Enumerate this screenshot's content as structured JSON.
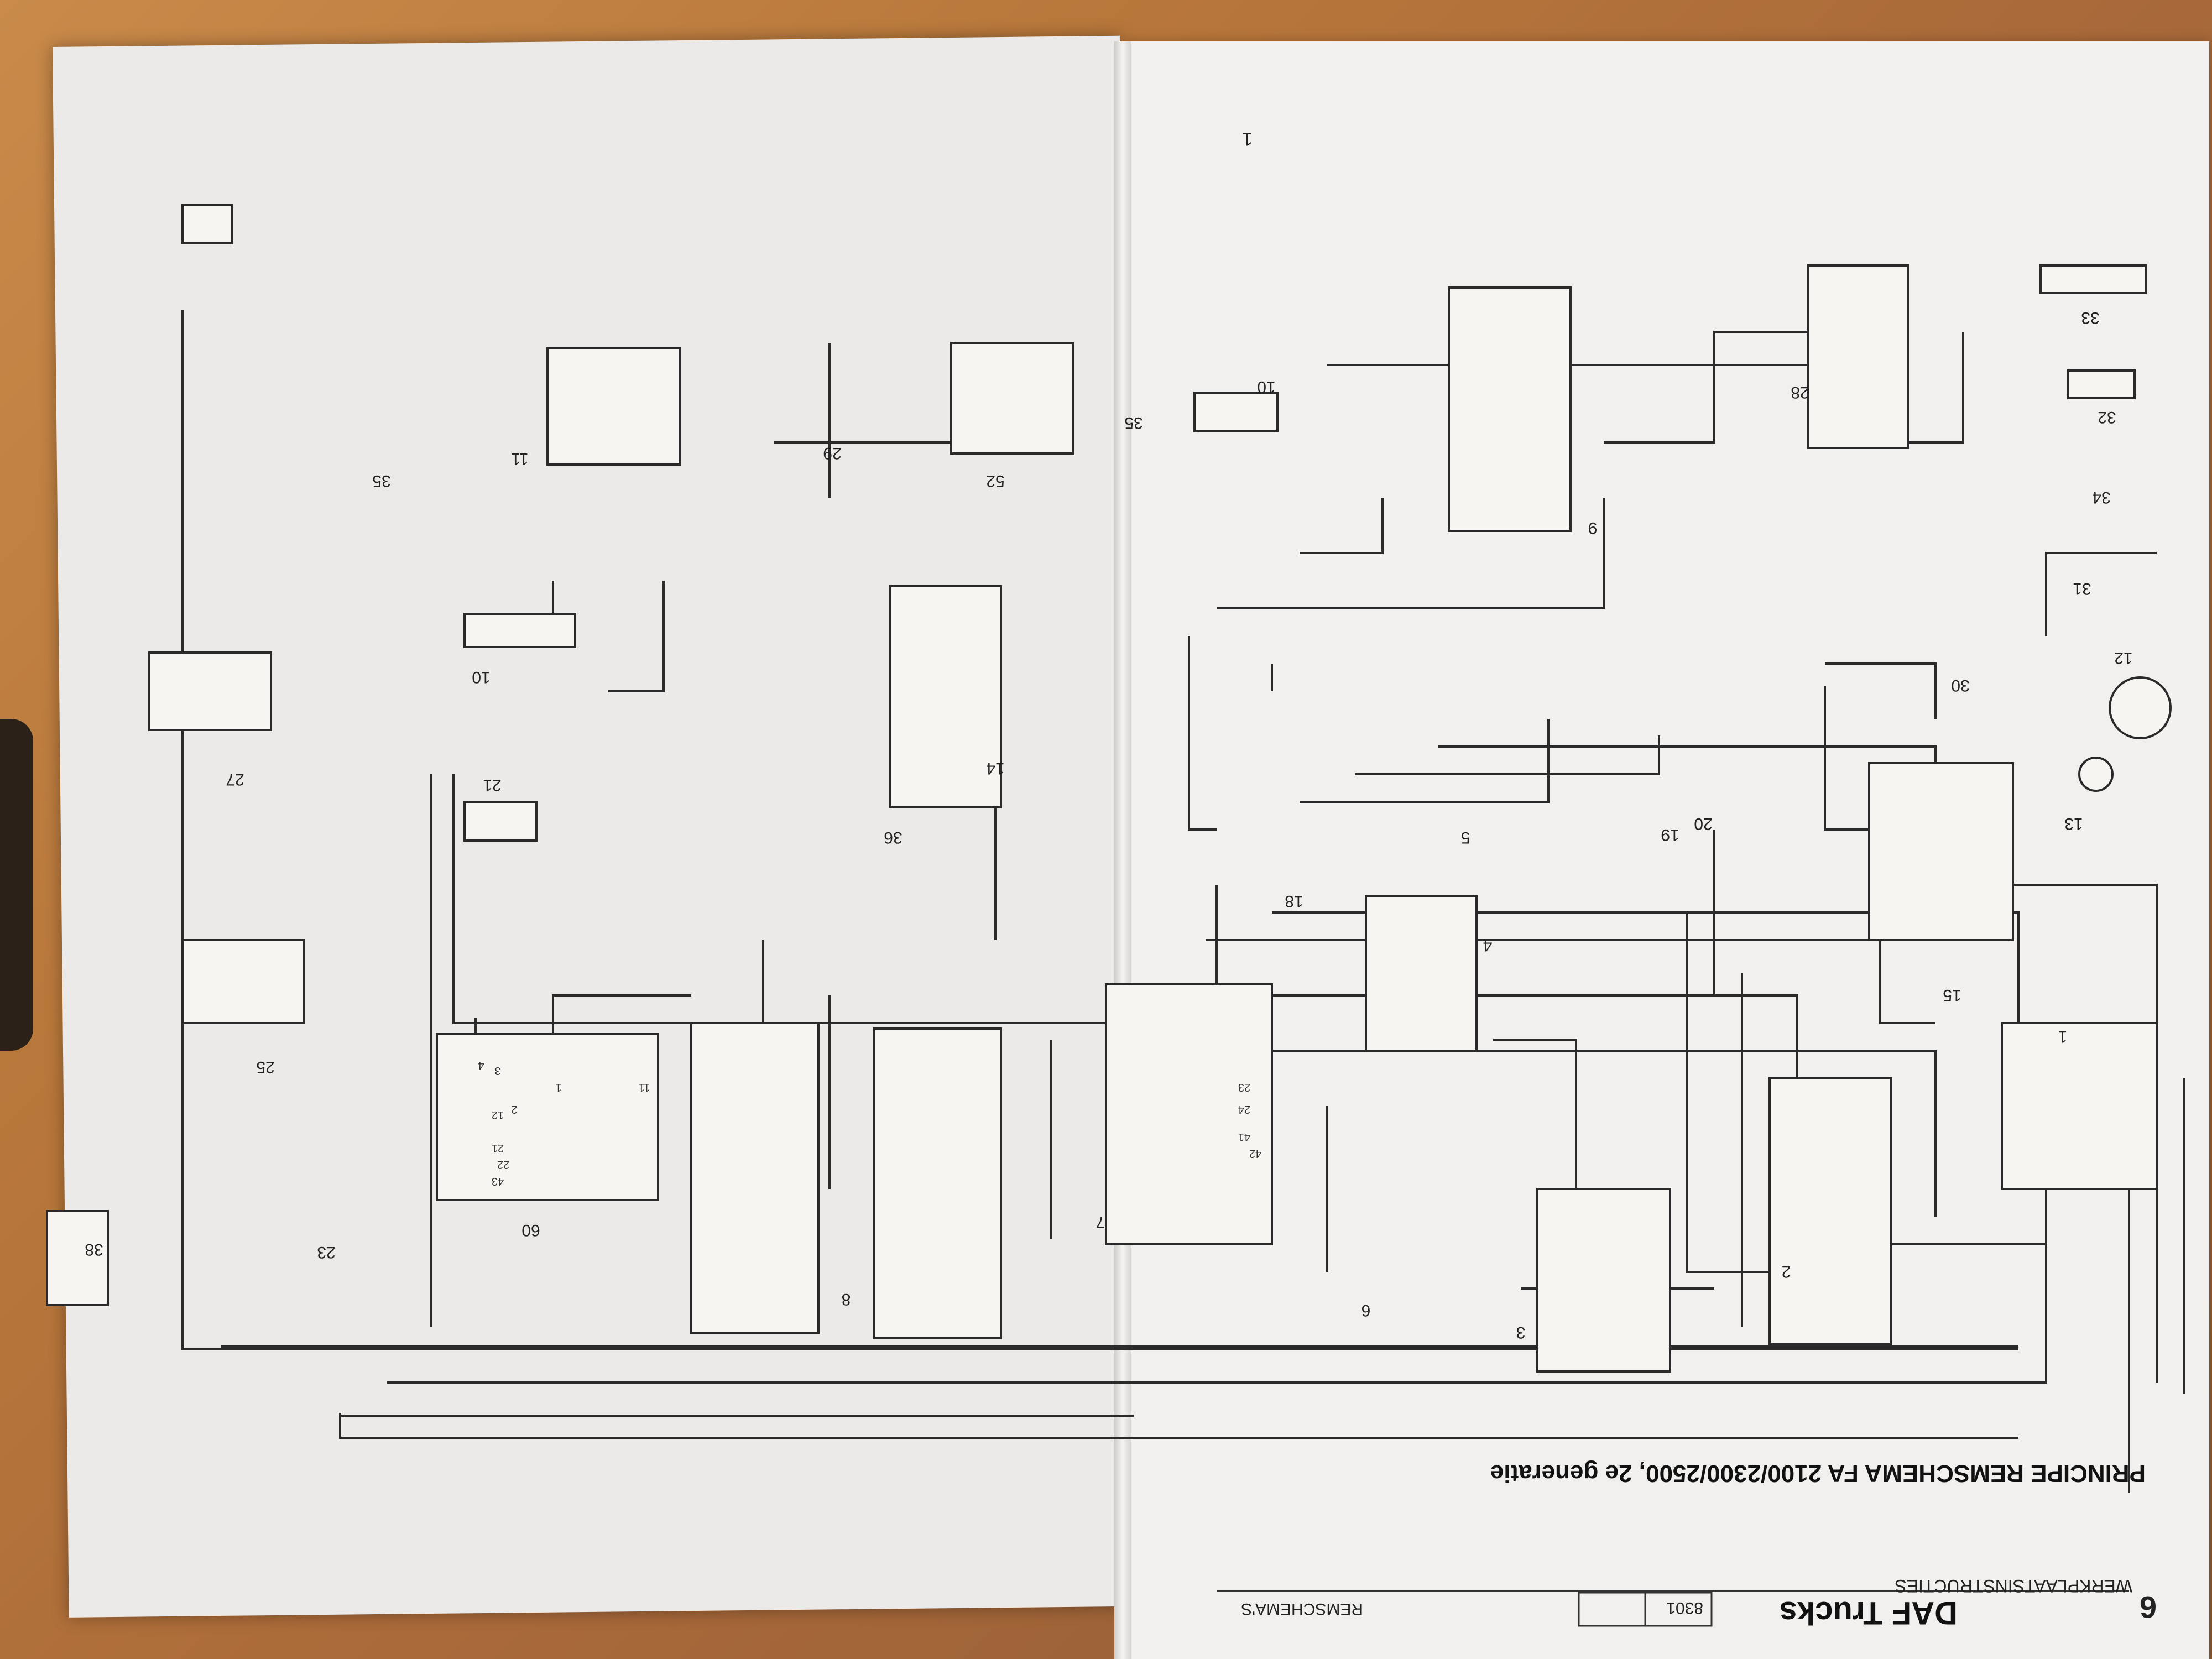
{
  "header": {
    "page_number": "6",
    "brand": "DAF Trucks",
    "section": "REMSCHEMA'S",
    "doc_number": "8301",
    "category": "WERKPLAATSINSTRUCTIES"
  },
  "title": "PRINCIPE REMSCHEMA FA 2100/2300/2500, 2e generatie",
  "sheet_number": "1",
  "components": [
    {
      "id": "c1",
      "label": "1"
    },
    {
      "id": "c2",
      "label": "2"
    },
    {
      "id": "c3",
      "label": "3"
    },
    {
      "id": "c4",
      "label": "4"
    },
    {
      "id": "c5",
      "label": "5"
    },
    {
      "id": "c6",
      "label": "6"
    },
    {
      "id": "c7",
      "label": "7"
    },
    {
      "id": "c8",
      "label": "8"
    },
    {
      "id": "c9",
      "label": "9"
    },
    {
      "id": "c10a",
      "label": "10"
    },
    {
      "id": "c10b",
      "label": "10"
    },
    {
      "id": "c11",
      "label": "11"
    },
    {
      "id": "c12",
      "label": "12"
    },
    {
      "id": "c13",
      "label": "13"
    },
    {
      "id": "c14",
      "label": "14"
    },
    {
      "id": "c15",
      "label": "15"
    },
    {
      "id": "c18",
      "label": "18"
    },
    {
      "id": "c19",
      "label": "19"
    },
    {
      "id": "c20",
      "label": "20"
    },
    {
      "id": "c21",
      "label": "21"
    },
    {
      "id": "c23",
      "label": "23"
    },
    {
      "id": "c25",
      "label": "25"
    },
    {
      "id": "c27",
      "label": "27"
    },
    {
      "id": "c28",
      "label": "28"
    },
    {
      "id": "c29",
      "label": "29"
    },
    {
      "id": "c30",
      "label": "30"
    },
    {
      "id": "c31",
      "label": "31"
    },
    {
      "id": "c32",
      "label": "32"
    },
    {
      "id": "c33",
      "label": "33"
    },
    {
      "id": "c34",
      "label": "34"
    },
    {
      "id": "c35a",
      "label": "35"
    },
    {
      "id": "c35b",
      "label": "35"
    },
    {
      "id": "c36",
      "label": "36"
    },
    {
      "id": "c38",
      "label": "38"
    },
    {
      "id": "c52",
      "label": "52"
    },
    {
      "id": "c60",
      "label": "60"
    }
  ],
  "port_labels": [
    "1",
    "2",
    "3",
    "4",
    "11",
    "12",
    "21",
    "22",
    "23",
    "24",
    "41",
    "42",
    "43"
  ],
  "colors": {
    "line": "#2a2a2a",
    "paper": "#eeede9",
    "table": "#b8773a"
  }
}
